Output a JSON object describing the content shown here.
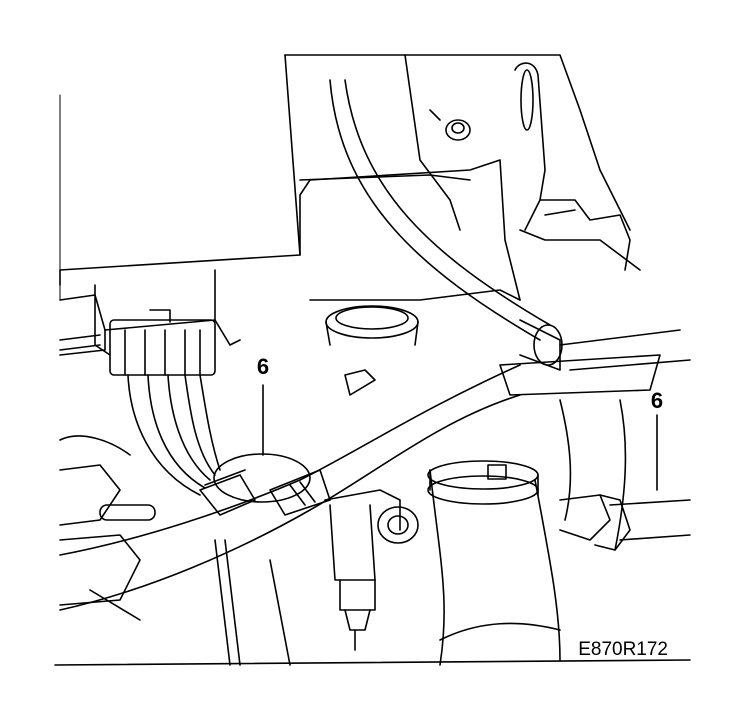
{
  "callouts": [
    {
      "id": "left",
      "text": "6"
    },
    {
      "id": "right",
      "text": "6"
    }
  ],
  "figure_code": "E870R172",
  "colors": {
    "line": "#000000",
    "background": "#ffffff"
  }
}
